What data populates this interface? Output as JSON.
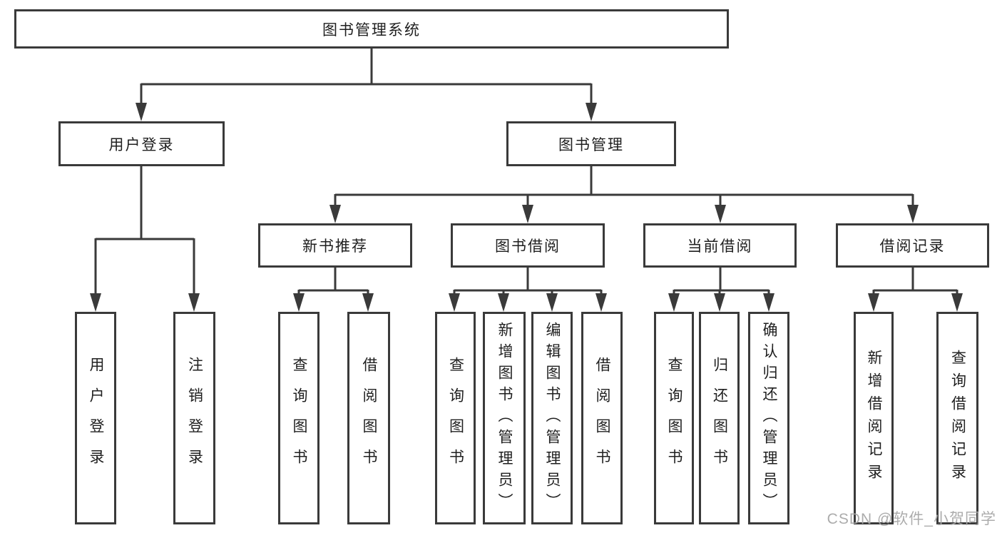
{
  "root_label": "图书管理系统",
  "branches": [
    {
      "label": "用户登录",
      "children": [
        "用户登录",
        "注销登录"
      ]
    },
    {
      "label": "图书管理",
      "children": [
        {
          "label": "新书推荐",
          "children": [
            "查询图书",
            "借阅图书"
          ]
        },
        {
          "label": "图书借阅",
          "children": [
            "查询图书",
            "新增图书（管理员）",
            "编辑图书（管理员）",
            "借阅图书"
          ]
        },
        {
          "label": "当前借阅",
          "children": [
            "查询图书",
            "归还图书",
            "确认归还（管理员）"
          ]
        },
        {
          "label": "借阅记录",
          "children": [
            "新增借阅记录",
            "查询借阅记录"
          ]
        }
      ]
    }
  ],
  "watermark": "CSDN @软件_小贺同学",
  "colors": {
    "line": "#3a3a3a",
    "text": "#1f1f1f",
    "watermark": "#a8a8a8",
    "background": "#ffffff"
  }
}
